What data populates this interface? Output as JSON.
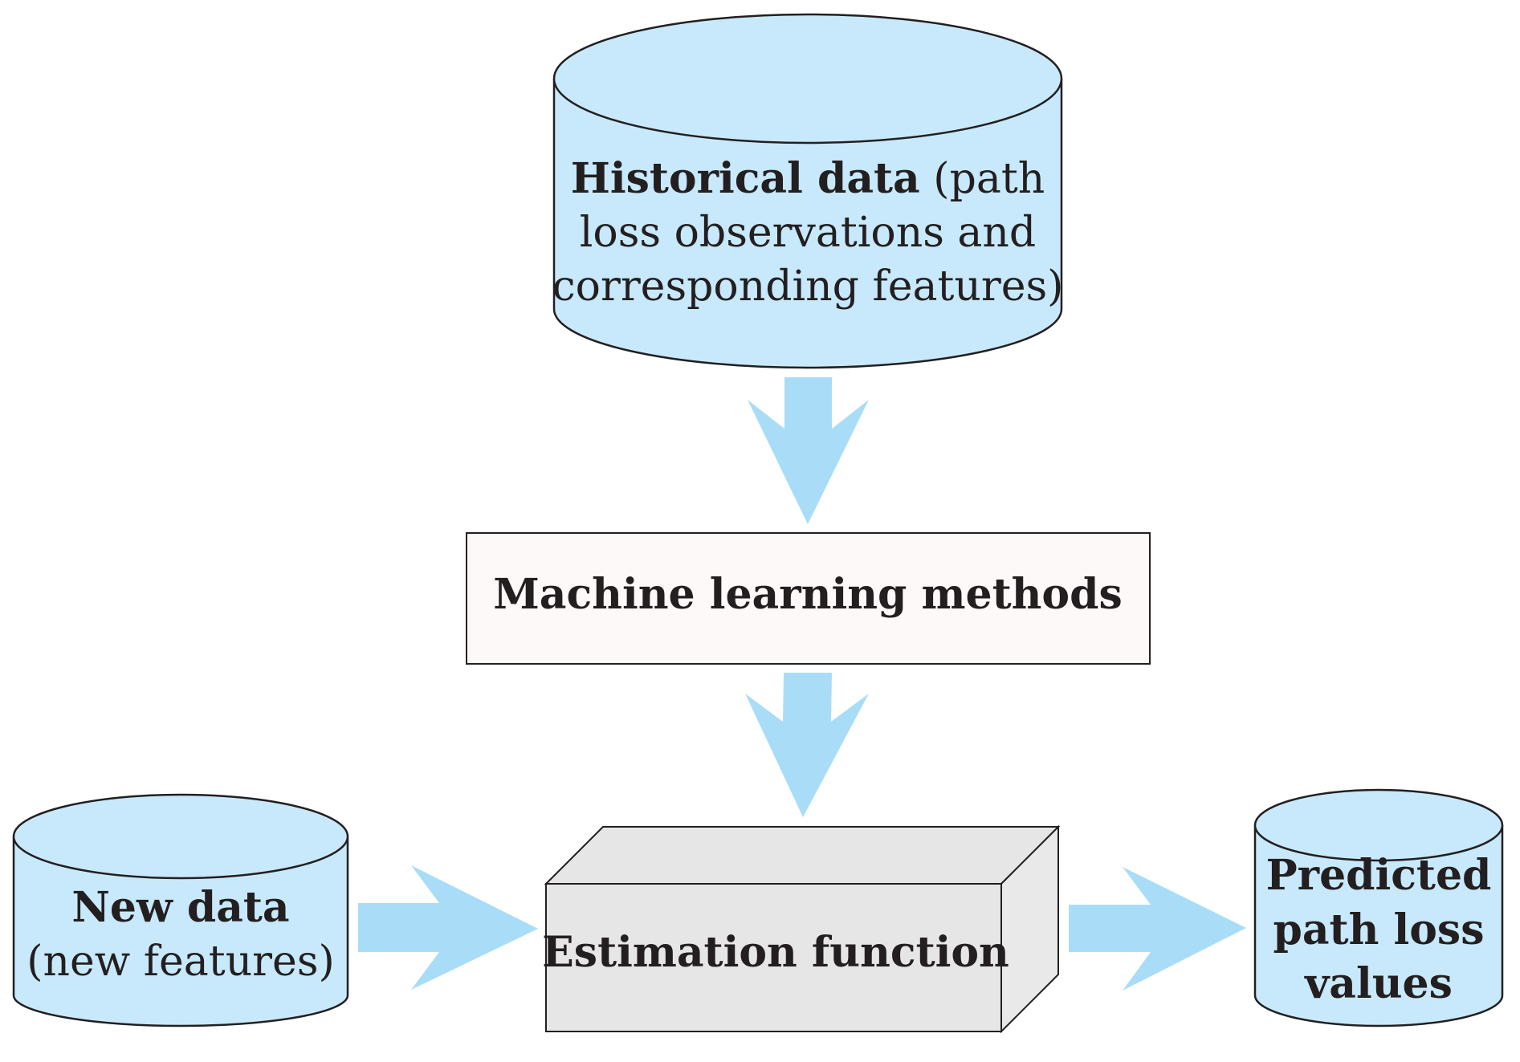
{
  "historical_data": {
    "title": "Historical data",
    "line1_rest": " (path",
    "line2": "loss observations and",
    "line3": "corresponding features)"
  },
  "ml_methods": {
    "label": "Machine learning methods"
  },
  "new_data": {
    "title": "New data",
    "subtitle": "(new features)"
  },
  "estimation_function": {
    "label": "Estimation function"
  },
  "predicted": {
    "line1": "Predicted",
    "line2": "path loss",
    "line3": "values"
  },
  "colors": {
    "cylinder_fill": "#c8e9fb",
    "arrow_fill": "#a9ddf7",
    "ml_box_fill": "#fdf9f8",
    "estimation_box_fill": "#e6e6e6",
    "estimation_box_side": "#e9e9e9",
    "stroke": "#231f20",
    "text": "#231f20"
  }
}
